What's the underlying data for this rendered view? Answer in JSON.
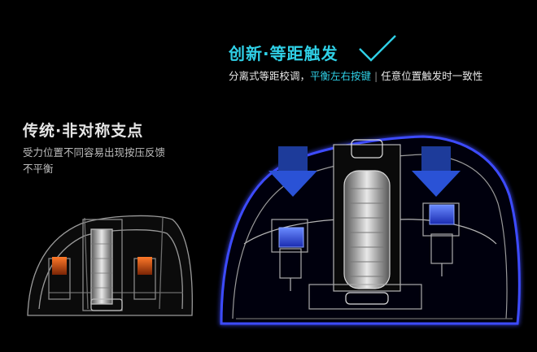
{
  "new_design": {
    "title": "创新·等距触发",
    "check_icon": "checkmark-icon",
    "subtitle_part1": "分离式等距校调，",
    "subtitle_highlight": "平衡左右按键",
    "subtitle_separator": "|",
    "subtitle_part2": "任意位置触发时一致性",
    "accent_color": "#2fd0e6",
    "outline_color": "#3d4cff"
  },
  "old_design": {
    "title": "传统·非对称支点",
    "description": "受力位置不同容易出现按压反馈不平衡",
    "switch_color": "#e0561e"
  }
}
